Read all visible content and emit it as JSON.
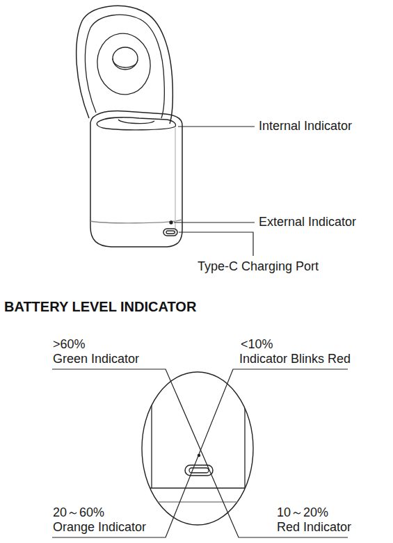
{
  "diagram": {
    "title": "BATTERY LEVEL INDICATOR",
    "labels": [
      "Internal Indicator",
      "External Indicator",
      "Type-C Charging Port",
      ">60%",
      "Green Indicator",
      "<10%",
      "Indicator Blinks Red",
      "20～60%",
      "Orange Indicator",
      "10～20%",
      "Red Indicator"
    ]
  }
}
